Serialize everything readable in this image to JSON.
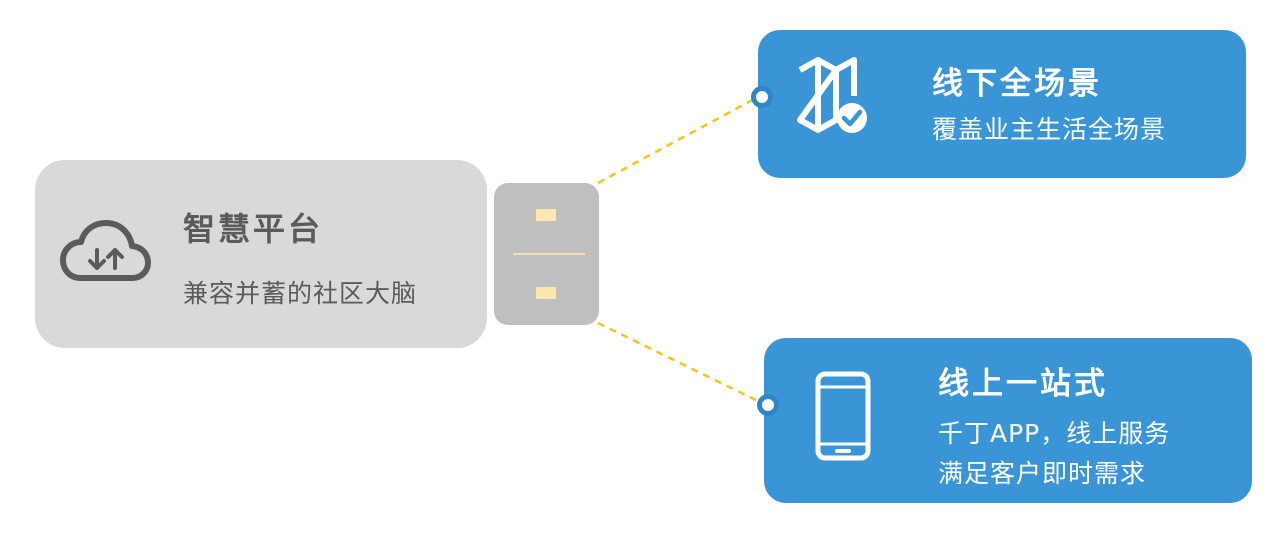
{
  "platform": {
    "icon": "cloud-sync-icon",
    "title": "智慧平台",
    "subtitle": "兼容并蓄的社区大脑"
  },
  "hub": {
    "icon": "connector-hub-icon"
  },
  "features": {
    "offline": {
      "icon": "map-check-icon",
      "title": "线下全场景",
      "description": "覆盖业主生活全场景"
    },
    "online": {
      "icon": "tablet-icon",
      "title": "线上一站式",
      "description_line1": "千丁APP，线上服务",
      "description_line2": "满足客户即时需求"
    }
  },
  "colors": {
    "platform_card": "#d9d9d9",
    "platform_text": "#5b5b5b",
    "hub_block": "#bfbfbf",
    "hub_accent": "#fde7b0",
    "feature_card": "#3a95d7",
    "connector_dash": "#f5c518"
  }
}
